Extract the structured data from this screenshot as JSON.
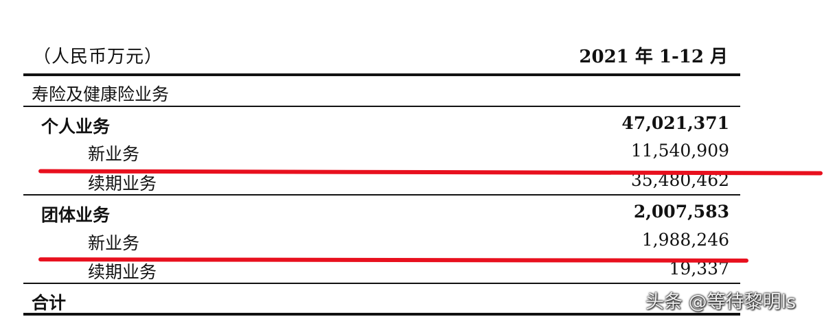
{
  "table": {
    "unit_label": "（人民币万元）",
    "period_header": "2021 年 1-12 月",
    "section_label": "寿险及健康险业务",
    "rows": [
      {
        "label": "个人业务",
        "value": "47,021,371"
      },
      {
        "label": "新业务",
        "value": "11,540,909"
      },
      {
        "label": "续期业务",
        "value": "35,480,462"
      },
      {
        "label": "团体业务",
        "value": "2,007,583"
      },
      {
        "label": "新业务",
        "value": "1,988,246"
      },
      {
        "label": "续期业务",
        "value": "19,337"
      },
      {
        "label": "合计",
        "value": ""
      }
    ]
  },
  "annotations": {
    "strike_color": "#e8101e"
  },
  "watermark": {
    "text": "头条 @等待黎明ls"
  }
}
